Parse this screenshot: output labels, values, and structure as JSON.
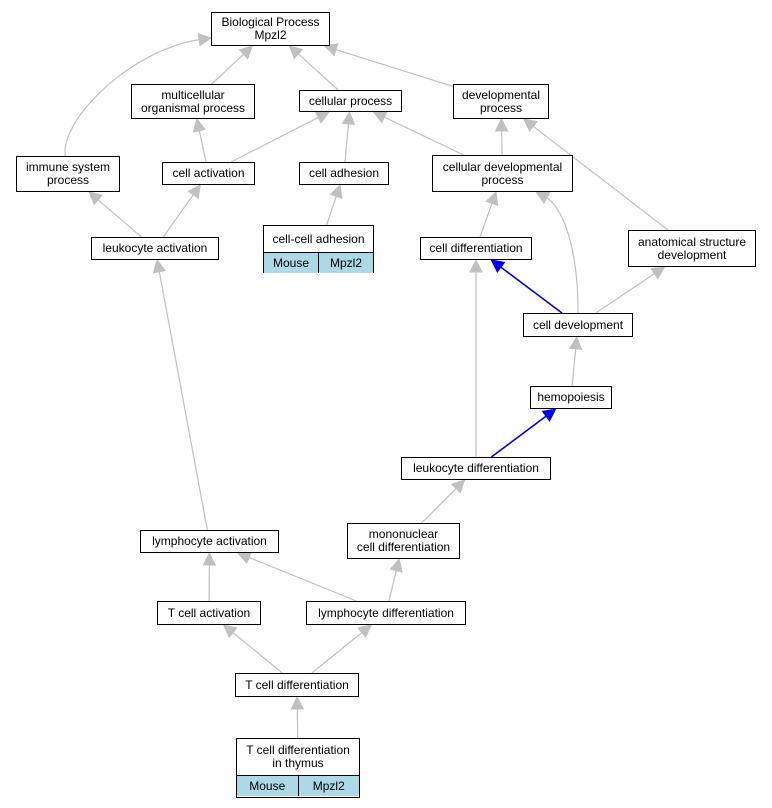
{
  "colors": {
    "edge_default": "#c0c0c0",
    "edge_highlight": "#0000ee",
    "table_fill": "#add8e6"
  },
  "nodes": {
    "bp": "Biological Process\nMpzl2",
    "multicellular": "multicellular\norganismal process",
    "cellular_process": "cellular process",
    "developmental": "developmental\nprocess",
    "immune": "immune system\nprocess",
    "cell_activation": "cell activation",
    "cell_adhesion": "cell adhesion",
    "cellular_dev": "cellular developmental\nprocess",
    "leukocyte_activation": "leukocyte activation",
    "cell_cell_adhesion": "cell-cell adhesion",
    "cell_differentiation": "cell differentiation",
    "anatomical": "anatomical structure\ndevelopment",
    "cell_development": "cell development",
    "hemopoiesis": "hemopoiesis",
    "leukocyte_diff": "leukocyte differentiation",
    "mononuclear": "mononuclear\ncell differentiation",
    "lymphocyte_activation": "lymphocyte activation",
    "t_activation": "T cell activation",
    "lymphocyte_diff": "lymphocyte differentiation",
    "t_diff": "T cell differentiation",
    "t_diff_thymus": "T cell differentiation\nin thymus"
  },
  "annotations": {
    "cell_cell_adhesion": {
      "organism": "Mouse",
      "gene": "Mpzl2"
    },
    "t_diff_thymus": {
      "organism": "Mouse",
      "gene": "Mpzl2"
    }
  },
  "edges": [
    {
      "from": "multicellular",
      "to": "bp",
      "highlight": false
    },
    {
      "from": "cellular_process",
      "to": "bp",
      "highlight": false
    },
    {
      "from": "developmental",
      "to": "bp",
      "highlight": false
    },
    {
      "from": "immune",
      "to": "bp",
      "highlight": false
    },
    {
      "from": "cell_activation",
      "to": "multicellular",
      "highlight": false
    },
    {
      "from": "cell_activation",
      "to": "cellular_process",
      "highlight": false
    },
    {
      "from": "cell_adhesion",
      "to": "cellular_process",
      "highlight": false
    },
    {
      "from": "cellular_dev",
      "to": "cellular_process",
      "highlight": false
    },
    {
      "from": "cellular_dev",
      "to": "developmental",
      "highlight": false
    },
    {
      "from": "anatomical",
      "to": "developmental",
      "highlight": false
    },
    {
      "from": "leukocyte_activation",
      "to": "immune",
      "highlight": false
    },
    {
      "from": "leukocyte_activation",
      "to": "cell_activation",
      "highlight": false
    },
    {
      "from": "cell_cell_adhesion",
      "to": "cell_adhesion",
      "highlight": false
    },
    {
      "from": "cell_differentiation",
      "to": "cellular_dev",
      "highlight": false
    },
    {
      "from": "cell_development",
      "to": "cellular_dev",
      "highlight": false
    },
    {
      "from": "cell_development",
      "to": "cell_differentiation",
      "highlight": true
    },
    {
      "from": "cell_development",
      "to": "anatomical",
      "highlight": false
    },
    {
      "from": "hemopoiesis",
      "to": "cell_development",
      "highlight": false
    },
    {
      "from": "leukocyte_diff",
      "to": "hemopoiesis",
      "highlight": true
    },
    {
      "from": "leukocyte_diff",
      "to": "cell_differentiation",
      "highlight": false
    },
    {
      "from": "mononuclear",
      "to": "leukocyte_diff",
      "highlight": false
    },
    {
      "from": "lymphocyte_activation",
      "to": "leukocyte_activation",
      "highlight": false
    },
    {
      "from": "t_activation",
      "to": "lymphocyte_activation",
      "highlight": false
    },
    {
      "from": "lymphocyte_diff",
      "to": "lymphocyte_activation",
      "highlight": false
    },
    {
      "from": "lymphocyte_diff",
      "to": "mononuclear",
      "highlight": false
    },
    {
      "from": "t_diff",
      "to": "t_activation",
      "highlight": false
    },
    {
      "from": "t_diff",
      "to": "lymphocyte_diff",
      "highlight": false
    },
    {
      "from": "t_diff_thymus",
      "to": "t_diff",
      "highlight": false
    }
  ]
}
